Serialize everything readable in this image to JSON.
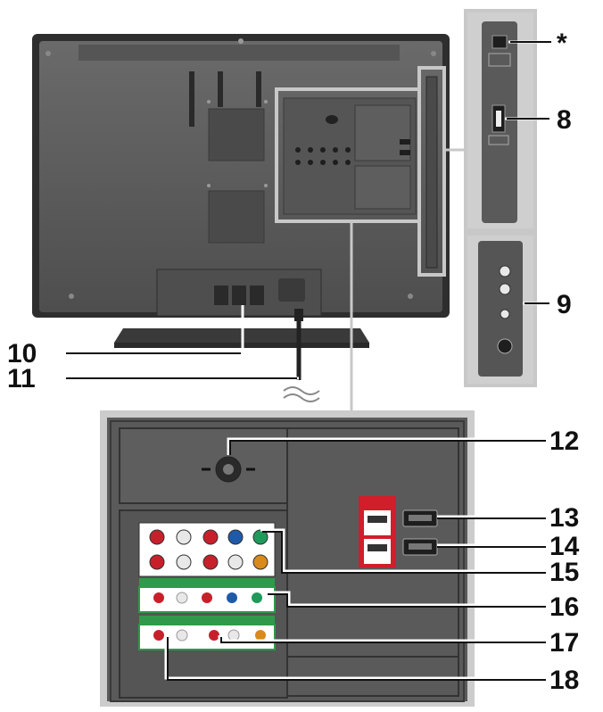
{
  "callouts": {
    "asterisk": "*",
    "c8": "8",
    "c9": "9",
    "c10": "10",
    "c11": "11",
    "c12": "12",
    "c13": "13",
    "c14": "14",
    "c15": "15",
    "c16": "16",
    "c17": "17",
    "c18": "18"
  },
  "colors": {
    "tv_body": "#5a5a5a",
    "tv_dark": "#3a3a3a",
    "panel_border": "#c8c8c8",
    "jack_red": "#c8202a",
    "jack_white": "#e8e8e8",
    "jack_blue": "#1e5aa8",
    "jack_green": "#1f9a5a",
    "jack_orange": "#d98a1a",
    "label_green": "#2e9a4a"
  }
}
